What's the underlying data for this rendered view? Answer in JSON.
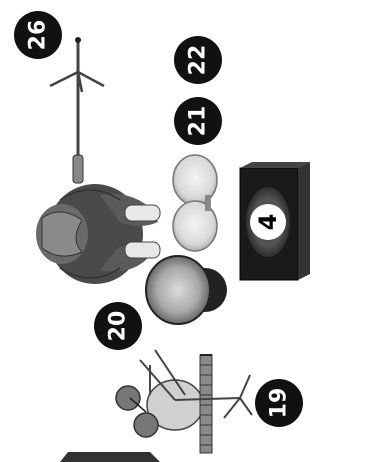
{
  "diagram": {
    "description_type": "stage-plot",
    "badges": [
      {
        "id": "badge-26",
        "label": "26"
      },
      {
        "id": "badge-22",
        "label": "22"
      },
      {
        "id": "badge-21",
        "label": "21"
      },
      {
        "id": "badge-20",
        "label": "20"
      },
      {
        "id": "badge-4",
        "label": "4"
      },
      {
        "id": "badge-19",
        "label": "19"
      }
    ],
    "colors": {
      "badge": "#111111",
      "badge_text": "#ffffff",
      "figure_shadow": "#5a5a5a",
      "speaker": "#1a1a1a"
    }
  }
}
